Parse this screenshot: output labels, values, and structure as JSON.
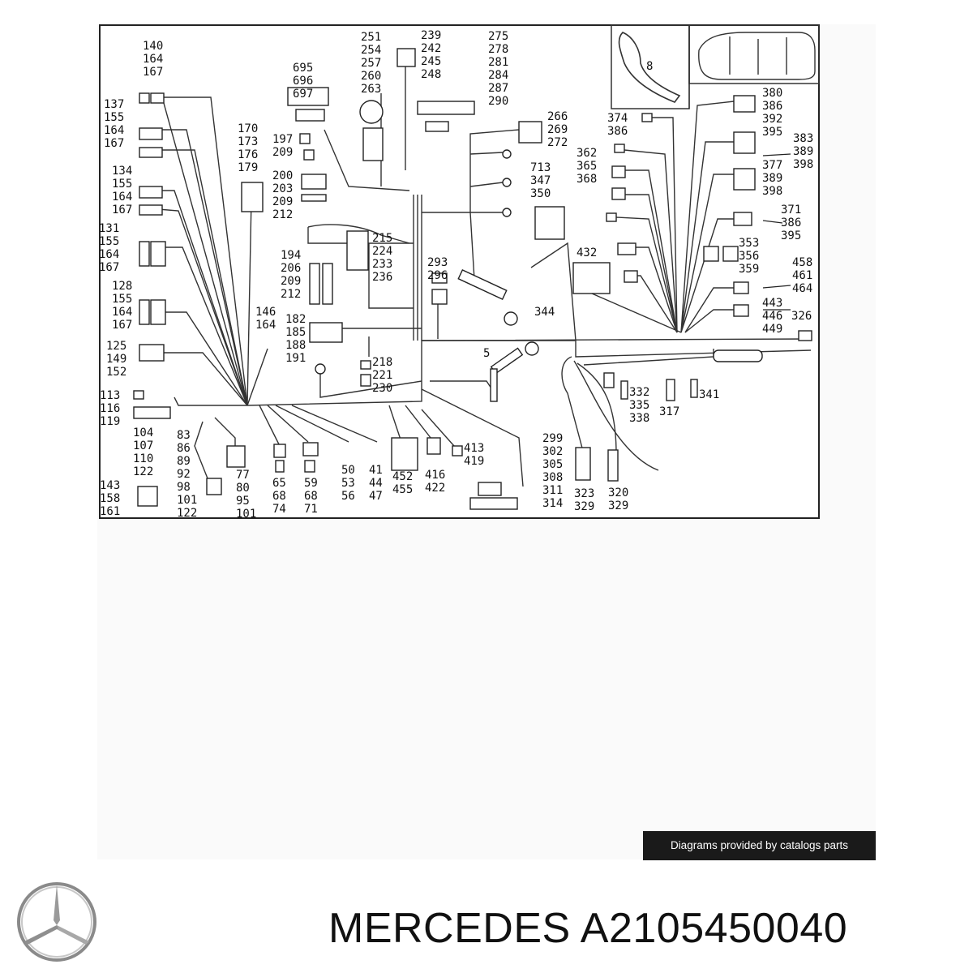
{
  "diagram": {
    "callouts": [
      {
        "id": "c01",
        "text": "140\n164\n167"
      },
      {
        "id": "c02",
        "text": "137\n155\n164\n167"
      },
      {
        "id": "c03",
        "text": "134\n155\n164\n167"
      },
      {
        "id": "c04",
        "text": "131\n155\n164\n167"
      },
      {
        "id": "c05",
        "text": "128\n155\n164\n167"
      },
      {
        "id": "c06",
        "text": "125\n149\n152"
      },
      {
        "id": "c07",
        "text": "113\n116\n119"
      },
      {
        "id": "c08",
        "text": "143\n158\n161"
      },
      {
        "id": "c09",
        "text": "104\n107\n110\n122"
      },
      {
        "id": "c10",
        "text": "83\n86\n89\n92\n98\n101\n122"
      },
      {
        "id": "c11",
        "text": "77\n80\n95\n101"
      },
      {
        "id": "c12",
        "text": "65\n68\n74"
      },
      {
        "id": "c13",
        "text": "59\n68\n71"
      },
      {
        "id": "c14",
        "text": "50\n53\n56"
      },
      {
        "id": "c15",
        "text": "41\n44\n47"
      },
      {
        "id": "c16",
        "text": "452\n455"
      },
      {
        "id": "c17",
        "text": "416\n422"
      },
      {
        "id": "c18",
        "text": "413\n419"
      },
      {
        "id": "c19",
        "text": "299\n302\n305\n308\n311\n314"
      },
      {
        "id": "c20",
        "text": "323\n329"
      },
      {
        "id": "c21",
        "text": "320\n329"
      },
      {
        "id": "c22",
        "text": "332\n335\n338"
      },
      {
        "id": "c23",
        "text": "317"
      },
      {
        "id": "c24",
        "text": "341"
      },
      {
        "id": "c25",
        "text": "170\n173\n176\n179"
      },
      {
        "id": "c26",
        "text": "695\n696\n697"
      },
      {
        "id": "c27",
        "text": "197\n209"
      },
      {
        "id": "c28",
        "text": "200\n203\n209\n212"
      },
      {
        "id": "c29",
        "text": "194\n206\n209\n212"
      },
      {
        "id": "c30",
        "text": "146\n164"
      },
      {
        "id": "c31",
        "text": "182\n185\n188\n191"
      },
      {
        "id": "c32",
        "text": "215\n224\n233\n236"
      },
      {
        "id": "c33",
        "text": "218\n221\n230"
      },
      {
        "id": "c34",
        "text": "251\n254\n257\n260\n263"
      },
      {
        "id": "c35",
        "text": "239\n242\n245\n248"
      },
      {
        "id": "c36",
        "text": "275\n278\n281\n284\n287\n290"
      },
      {
        "id": "c37",
        "text": "266\n269\n272"
      },
      {
        "id": "c38",
        "text": "293\n296"
      },
      {
        "id": "c39",
        "text": "713\n347\n350"
      },
      {
        "id": "c40",
        "text": "432"
      },
      {
        "id": "c41",
        "text": "344"
      },
      {
        "id": "c42",
        "text": "5"
      },
      {
        "id": "c43",
        "text": "8"
      },
      {
        "id": "c44",
        "text": "374\n386"
      },
      {
        "id": "c45",
        "text": "362\n365\n368"
      },
      {
        "id": "c46",
        "text": "380\n386\n392\n395"
      },
      {
        "id": "c47",
        "text": "383\n389\n398"
      },
      {
        "id": "c48",
        "text": "377\n389\n398"
      },
      {
        "id": "c49",
        "text": "371\n386\n395"
      },
      {
        "id": "c50",
        "text": "353\n356\n359"
      },
      {
        "id": "c51",
        "text": "458\n461\n464"
      },
      {
        "id": "c52",
        "text": "443\n446\n449"
      },
      {
        "id": "c53",
        "text": "326"
      }
    ]
  },
  "badge": {
    "text": "Diagrams provided by catalogs parts"
  },
  "brand": {
    "text": "MERCEDES A2105450040",
    "logo_icon": "three-pointed-star-logo"
  }
}
